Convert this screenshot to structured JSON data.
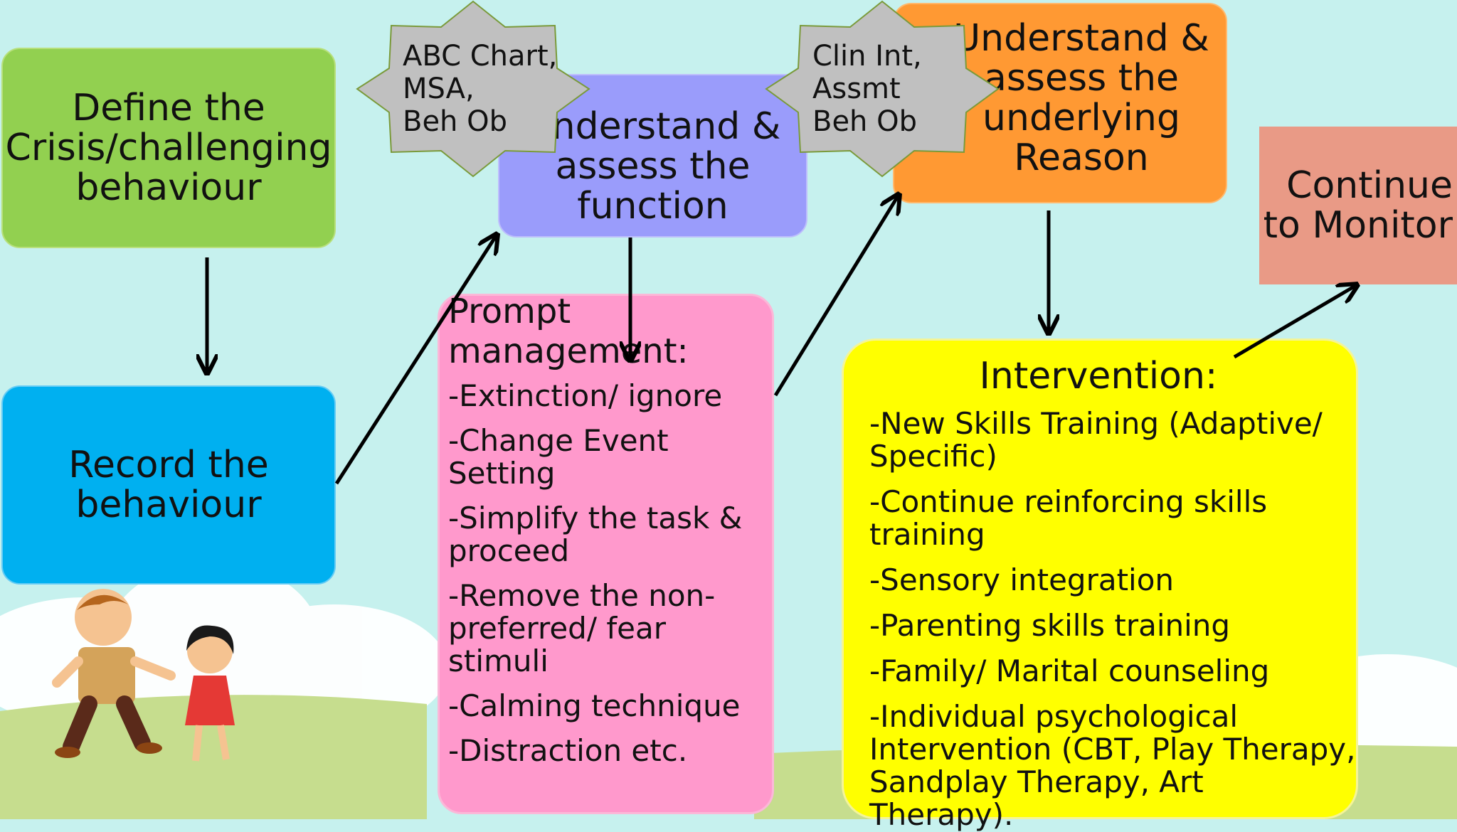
{
  "diagram": {
    "define": "Define the\nCrisis/challenging\nbehaviour",
    "record": "Record the\nbehaviour",
    "function": "Understand &\nassess the\nfunction",
    "reason": "Understand &\nassess the\nunderlying\nReason",
    "monitor": "Continue\nto Monitor",
    "star_left": "ABC Chart,\nMSA,\nBeh Ob",
    "star_right": "Clin Int,\nAssmt\nBeh Ob",
    "prompt": {
      "title": "Prompt\nmanagement:",
      "items": [
        "-Extinction/  ignore",
        "-Change Event\nSetting",
        "-Simplify the task &\nproceed",
        "-Remove the non-\npreferred/  fear\nstimuli",
        "-Calming technique",
        "-Distraction   etc."
      ]
    },
    "intervention": {
      "title": "Intervention:",
      "items": [
        "-New Skills Training (Adaptive/\nSpecific)",
        "-Continue reinforcing skills\ntraining",
        "-Sensory integration",
        "-Parenting skills training",
        "-Family/  Marital counseling",
        "-Individual psychological\nIntervention (CBT, Play Therapy,\nSandplay Therapy, Art Therapy)."
      ]
    }
  },
  "colors": {
    "sky": "#c6f1ee",
    "grass": "#c6dd8e",
    "green_box": "#92d050",
    "blue_box": "#00b0f0",
    "purple_box": "#9a9cfb",
    "orange_box": "#ff9933",
    "salmon_box": "#e99a86",
    "pink_box": "#ff99cc",
    "yellow_box": "#ffff00",
    "star_fill": "#c0c0c0"
  }
}
